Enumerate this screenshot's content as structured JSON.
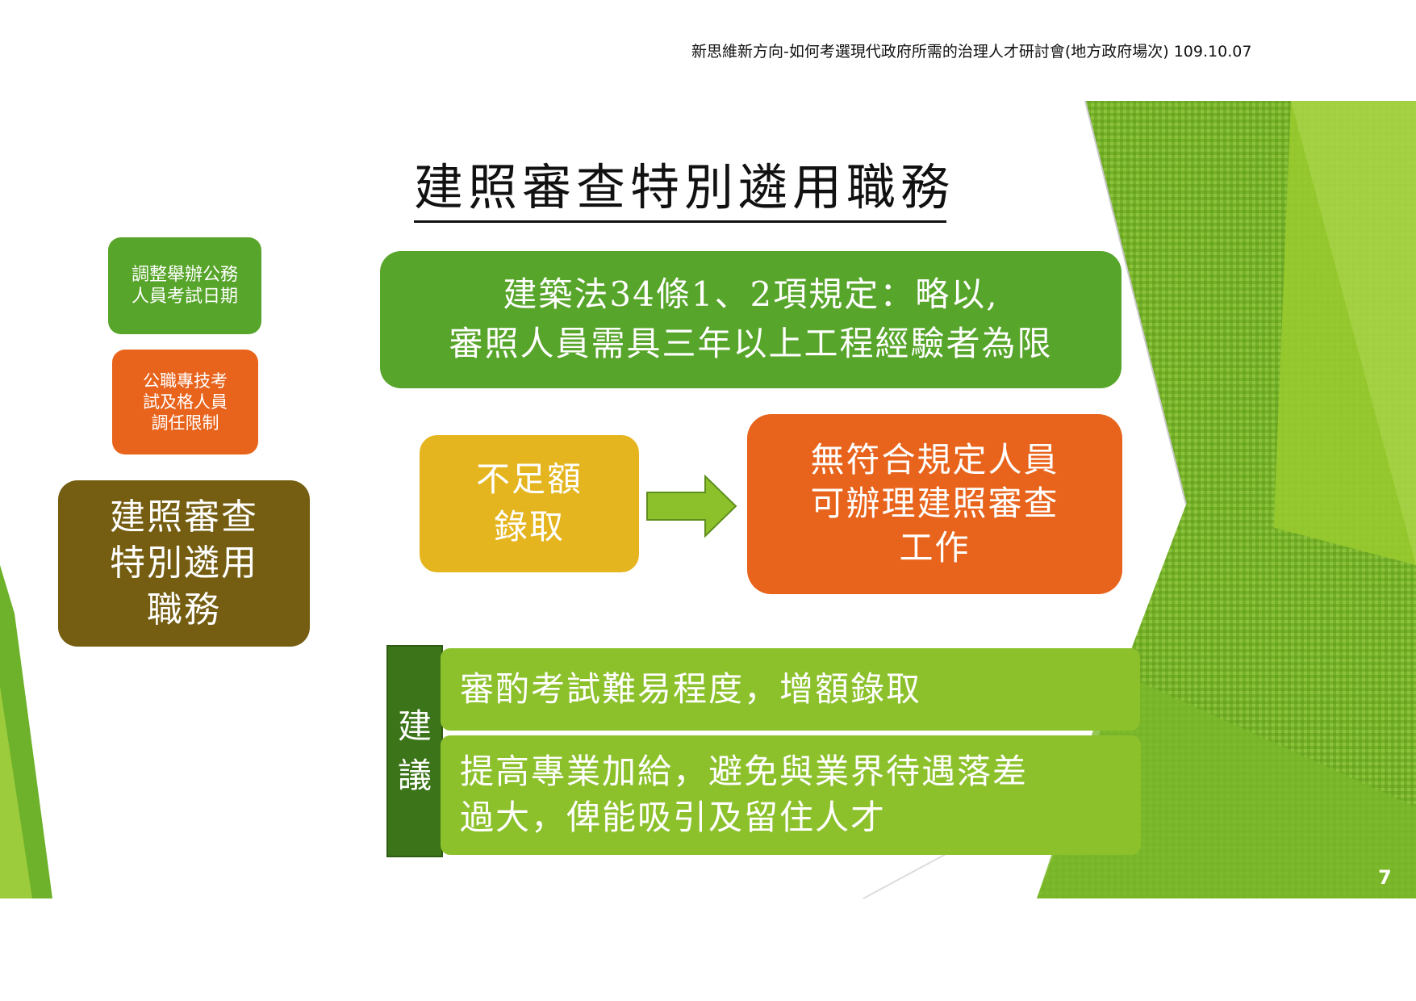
{
  "header": {
    "event_title": "新思維新方向-如何考選現代政府所需的治理人才研討會(地方政府場次) 109.10.07"
  },
  "slide": {
    "title": "建照審查特別遴用職務",
    "page_number": "7"
  },
  "sidebar": {
    "items": [
      {
        "label": "調整舉辦公務\n人員考試日期",
        "color": "#57a52a"
      },
      {
        "label": "公職專技考\n試及格人員\n調任限制",
        "color": "#e8641c"
      },
      {
        "label": "建照審查\n特別遴用\n職務",
        "color": "#755e12"
      }
    ]
  },
  "main": {
    "law_box": "建築法34條1、2項規定：略以,\n審照人員需具三年以上工程經驗者為限",
    "shortage_box": "不足額\n錄取",
    "result_box": "無符合規定人員\n可辦理建照審查\n工作",
    "suggestion_label": [
      "建",
      "議"
    ],
    "suggestions": [
      "審酌考試難易程度，增額錄取",
      "提高專業加給，避免與業界待遇落差\n過大，俾能吸引及留住人才"
    ]
  },
  "colors": {
    "green": "#57a52a",
    "orange": "#e8641c",
    "olive": "#755e12",
    "yellow": "#e5b520",
    "light_green": "#8cc12c",
    "dark_green": "#3c7519"
  }
}
